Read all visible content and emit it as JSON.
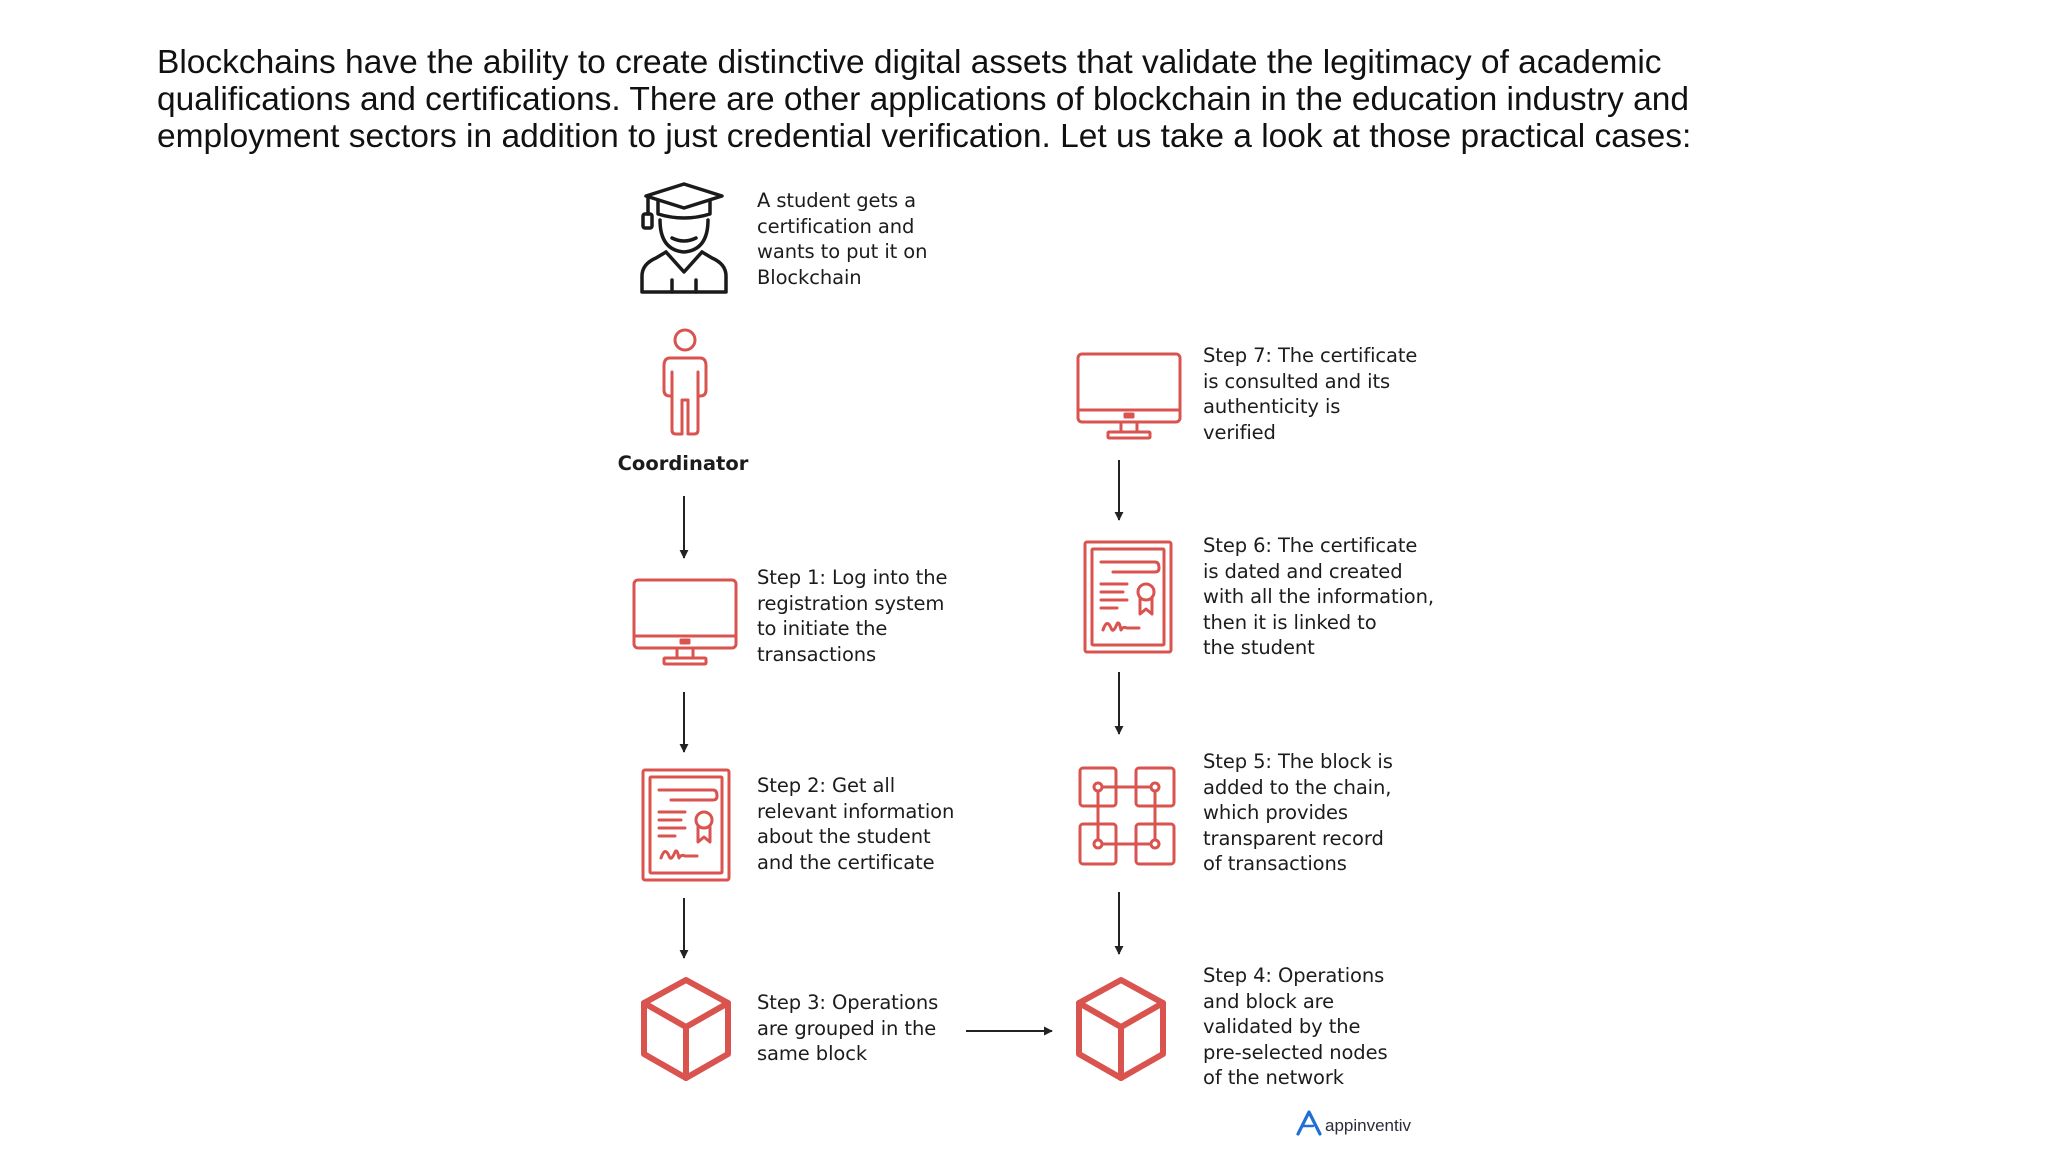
{
  "intro": {
    "lines": [
      "Blockchains have the ability to create distinctive digital assets that validate the legitimacy of academic",
      "qualifications and certifications. There are other applications of blockchain in the education industry and",
      "employment sectors in addition to just credential verification. Let us take a look at those practical  cases:"
    ]
  },
  "colors": {
    "accent": "#d9534f",
    "outline": "#1a1a1a",
    "arrow": "#222222",
    "brand": "#1f6fd6"
  },
  "diagram": {
    "student": {
      "icon": "graduate-icon",
      "lines": [
        "A student gets a",
        "certification and",
        "wants to put it on",
        "Blockchain"
      ]
    },
    "coordinator": {
      "icon": "person-icon",
      "label": "Coordinator"
    },
    "steps": {
      "step1": {
        "icon": "monitor-icon",
        "lines": [
          "Step 1: Log into the",
          "registration system",
          "to initiate the",
          "transactions"
        ]
      },
      "step2": {
        "icon": "certificate-icon",
        "lines": [
          "Step 2: Get all",
          "relevant information",
          "about the student",
          "and the certificate"
        ]
      },
      "step3": {
        "icon": "cube-icon",
        "lines": [
          "Step 3: Operations",
          "are grouped in the",
          "same block"
        ]
      },
      "step4": {
        "icon": "cube-icon",
        "lines": [
          "Step 4: Operations",
          "and block are",
          "validated by the",
          "pre-selected nodes",
          "of the network"
        ]
      },
      "step5": {
        "icon": "blockchain-icon",
        "lines": [
          "Step 5: The block is",
          "added to the chain,",
          "which provides",
          "transparent record",
          "of transactions"
        ]
      },
      "step6": {
        "icon": "certificate-icon",
        "lines": [
          "Step 6: The certificate",
          "is dated and created",
          "with all the information,",
          "then it is linked to",
          "the student"
        ]
      },
      "step7": {
        "icon": "monitor-icon",
        "lines": [
          "Step 7: The certificate",
          "is consulted and its",
          "authenticity is",
          "verified"
        ]
      }
    }
  },
  "brand": {
    "icon": "appinventiv-logo-icon",
    "text": "appinventiv"
  }
}
